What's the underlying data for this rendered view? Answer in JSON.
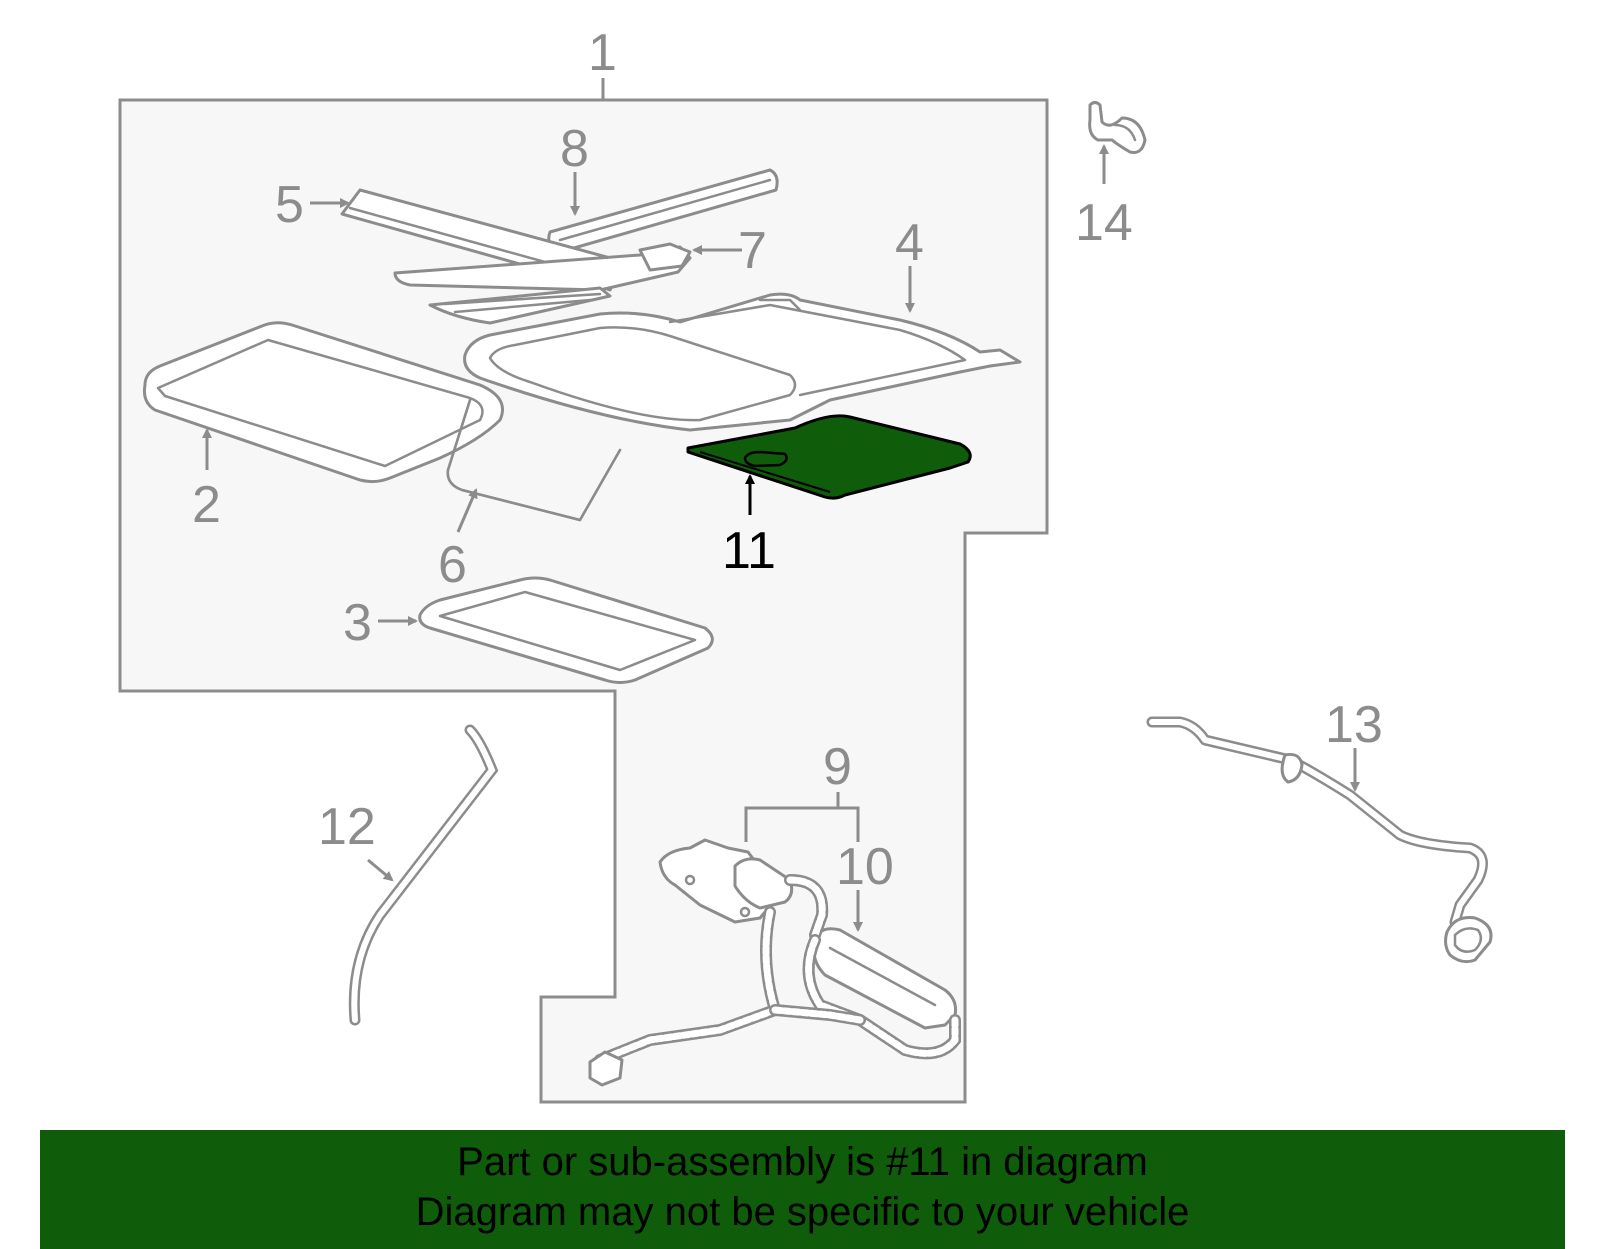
{
  "colors": {
    "highlight": "#0f5c0a",
    "banner_bg": "#0f5c0a",
    "line": "#8c8c8c",
    "panel_bg": "#f7f7f7"
  },
  "callouts": {
    "c1": "1",
    "c2": "2",
    "c3": "3",
    "c4": "4",
    "c5": "5",
    "c6": "6",
    "c7": "7",
    "c8": "8",
    "c9": "9",
    "c10": "10",
    "c11": "11",
    "c12": "12",
    "c13": "13",
    "c14": "14"
  },
  "highlighted_part": "11",
  "banner": {
    "line1": "Part or sub-assembly is #11 in diagram",
    "line2": "Diagram may not be specific to your vehicle"
  }
}
